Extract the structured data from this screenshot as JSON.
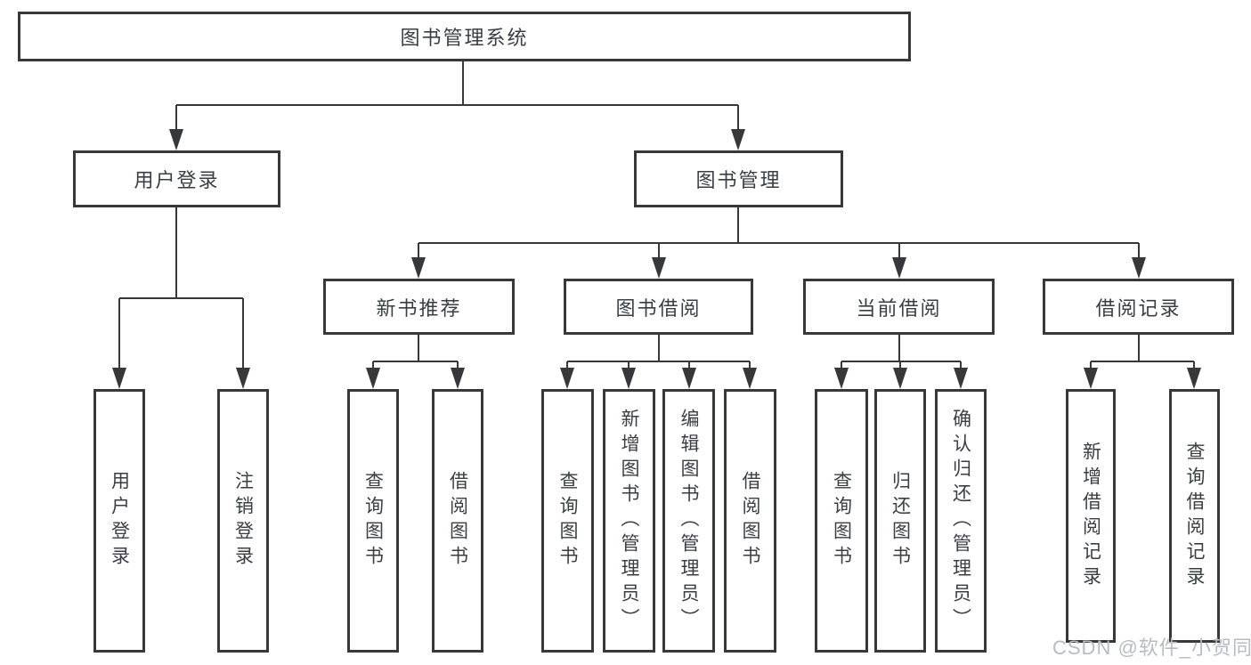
{
  "tree": {
    "label": "图书管理系统",
    "children": [
      {
        "label": "用户登录",
        "children": [
          {
            "label": "用户登录"
          },
          {
            "label": "注销登录"
          }
        ]
      },
      {
        "label": "图书管理",
        "children": [
          {
            "label": "新书推荐",
            "children": [
              {
                "label": "查询图书"
              },
              {
                "label": "借阅图书"
              }
            ]
          },
          {
            "label": "图书借阅",
            "children": [
              {
                "label": "查询图书"
              },
              {
                "label": "新增图书（管理员）"
              },
              {
                "label": "编辑图书（管理员）"
              },
              {
                "label": "借阅图书"
              }
            ]
          },
          {
            "label": "当前借阅",
            "children": [
              {
                "label": "查询图书"
              },
              {
                "label": "归还图书"
              },
              {
                "label": "确认归还（管理员）"
              }
            ]
          },
          {
            "label": "借阅记录",
            "children": [
              {
                "label": "新增借阅记录"
              },
              {
                "label": "查询借阅记录"
              }
            ]
          }
        ]
      }
    ]
  },
  "watermark": "CSDN @软件_小贺同学",
  "colors": {
    "line": "#36383a",
    "box_border": "#36383a",
    "text": "#3a3e44",
    "watermark": "#b6bcc4",
    "background": "#ffffff"
  }
}
